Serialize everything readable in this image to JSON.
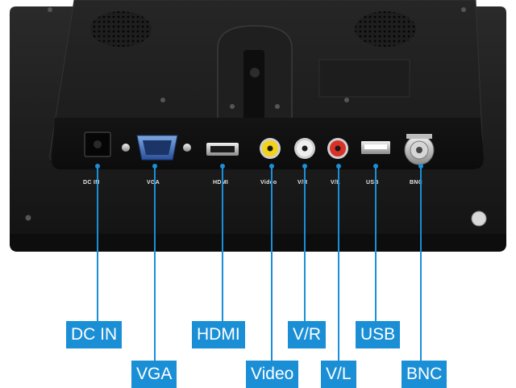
{
  "ports": [
    {
      "key": "dc_in",
      "board_label": "DC IN",
      "callout": "DC IN"
    },
    {
      "key": "vga",
      "board_label": "VGA",
      "callout": "VGA"
    },
    {
      "key": "hdmi",
      "board_label": "HDMI",
      "callout": "HDMI"
    },
    {
      "key": "video",
      "board_label": "Video",
      "callout": "Video"
    },
    {
      "key": "vr",
      "board_label": "V/R",
      "callout": "V/R"
    },
    {
      "key": "vl",
      "board_label": "V/L",
      "callout": "V/L"
    },
    {
      "key": "usb",
      "board_label": "USB",
      "callout": "USB"
    },
    {
      "key": "bnc",
      "board_label": "BNC",
      "callout": "BNC"
    }
  ],
  "colors": {
    "callout_bg": "#1b8fd6",
    "video_jack": "#f2d21a",
    "right_audio_jack": "#eeeeee",
    "left_audio_jack": "#d93028",
    "chassis": "#151515"
  }
}
